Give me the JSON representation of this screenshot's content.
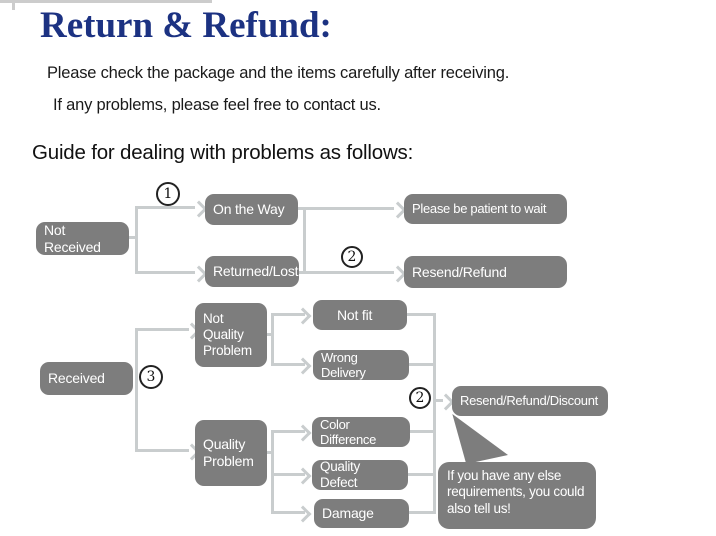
{
  "header": {
    "title": "Return & Refund:",
    "intro_line1": "Please check the package and the items carefully after receiving.",
    "intro_line2": "If any problems, please feel free to contact us.",
    "guide_heading": "Guide for dealing with problems as follows:"
  },
  "colors": {
    "title_color": "#1c3282",
    "node_bg": "#7d7d7d",
    "node_text": "#ffffff",
    "connector": "#c9cdce",
    "marker_border": "#222222"
  },
  "markers": {
    "one": "1",
    "two": "2",
    "three": "3"
  },
  "flowchart": {
    "not_received": {
      "source": "Not Received",
      "branches": {
        "on_the_way": "On the Way",
        "returned_lost": "Returned/Lost"
      },
      "outcomes": {
        "please_wait": "Please be patient to wait",
        "resend_refund": "Resend/Refund"
      }
    },
    "received": {
      "source": "Received",
      "not_quality_problem": {
        "label": "Not\nQuality\nProblem",
        "children": {
          "not_fit": "Not fit",
          "wrong_delivery": "Wrong Delivery"
        }
      },
      "quality_problem": {
        "label": "Quality\nProblem",
        "children": {
          "color_difference": "Color Difference",
          "quality_defect": "Quality Defect",
          "damage": "Damage"
        }
      },
      "outcome": "Resend/Refund/Discount",
      "note": "If you have any else\nrequirements, you could\nalso tell us!"
    }
  }
}
